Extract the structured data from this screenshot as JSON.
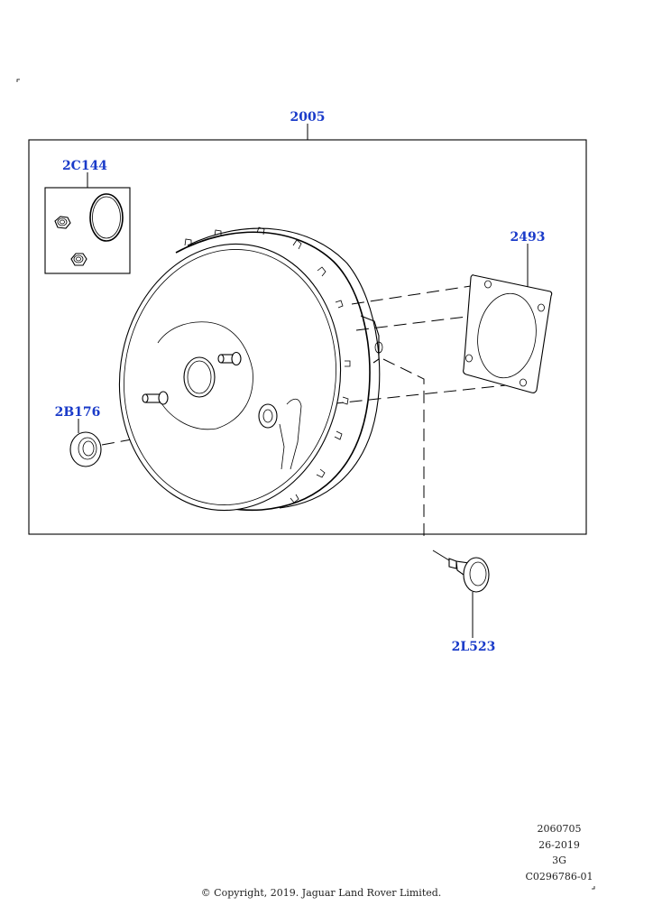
{
  "callouts": {
    "assembly": "2005",
    "kit": "2C144",
    "gasket": "2493",
    "seal": "2B176",
    "grommet": "2L523"
  },
  "reference": {
    "number": "2060705",
    "date": "26-2019",
    "code": "3G",
    "illustration_id": "C0296786-01"
  },
  "copyright": "© Copyright, 2019. Jaguar Land Rover Limited."
}
